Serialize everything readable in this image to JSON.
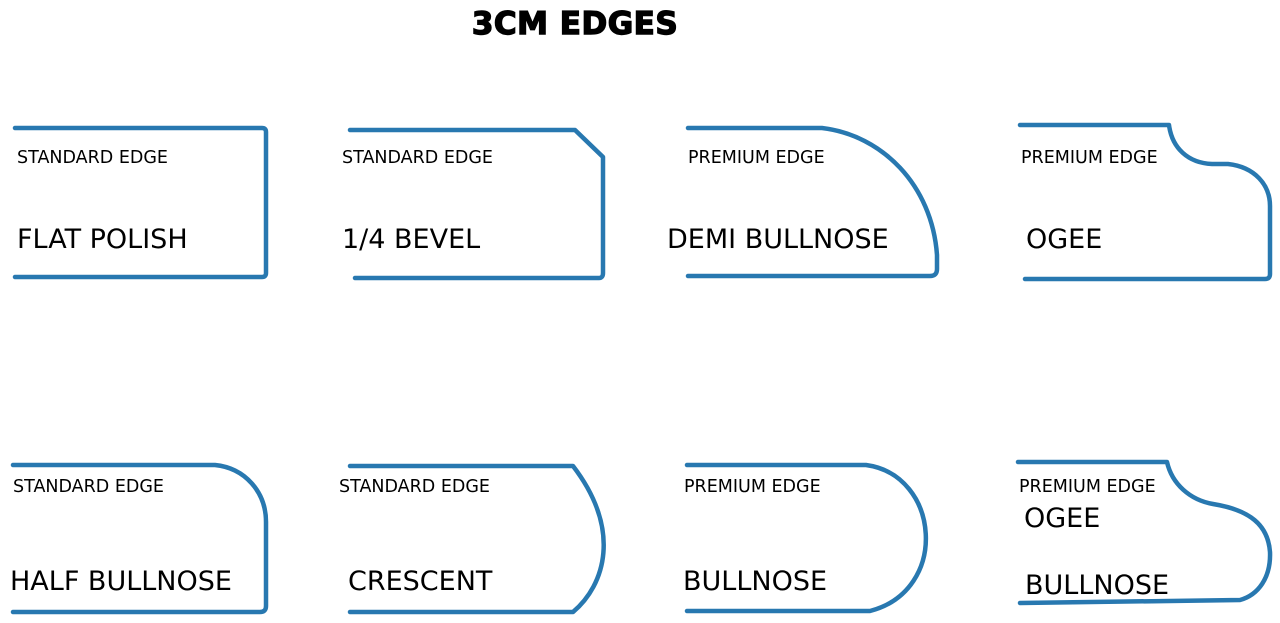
{
  "title": "3CM EDGES",
  "colors": {
    "outline": "#2878b0",
    "text": "#000000"
  },
  "edges": [
    {
      "tier": "STANDARD EDGE",
      "name_lines": [
        "FLAT POLISH"
      ]
    },
    {
      "tier": "STANDARD EDGE",
      "name_lines": [
        "1/4 BEVEL"
      ]
    },
    {
      "tier": "PREMIUM EDGE",
      "name_lines": [
        "DEMI BULLNOSE"
      ]
    },
    {
      "tier": "PREMIUM EDGE",
      "name_lines": [
        "OGEE"
      ]
    },
    {
      "tier": "STANDARD EDGE",
      "name_lines": [
        "HALF BULLNOSE"
      ]
    },
    {
      "tier": "STANDARD EDGE",
      "name_lines": [
        "CRESCENT"
      ]
    },
    {
      "tier": "PREMIUM EDGE",
      "name_lines": [
        "BULLNOSE"
      ]
    },
    {
      "tier": "PREMIUM EDGE",
      "name_lines": [
        "OGEE",
        "BULLNOSE"
      ]
    }
  ]
}
